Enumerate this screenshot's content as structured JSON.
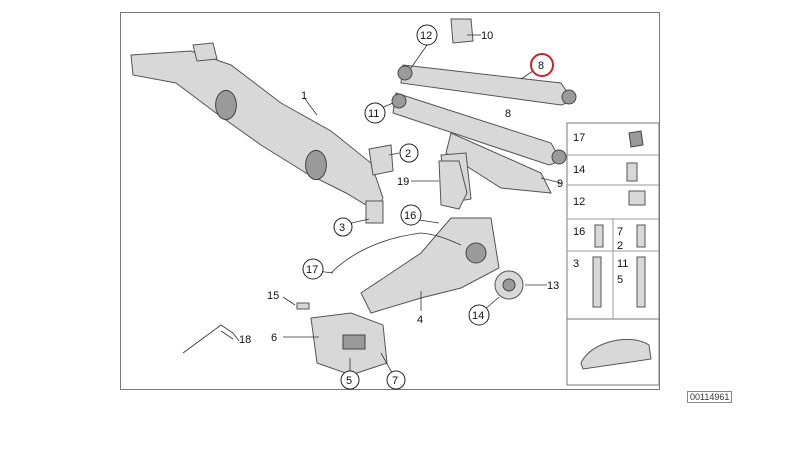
{
  "diagram": {
    "catalog_code": "00114961",
    "highlighted_part": "8",
    "highlight_color": "#d0202a",
    "callouts": [
      "1",
      "2",
      "3",
      "4",
      "5",
      "6",
      "7",
      "8",
      "9",
      "10",
      "11",
      "12",
      "13",
      "14",
      "15",
      "16",
      "17",
      "18",
      "19"
    ],
    "side_panel_labels": [
      "17",
      "14",
      "12",
      "16",
      "7",
      "2",
      "3",
      "11",
      "5"
    ]
  }
}
